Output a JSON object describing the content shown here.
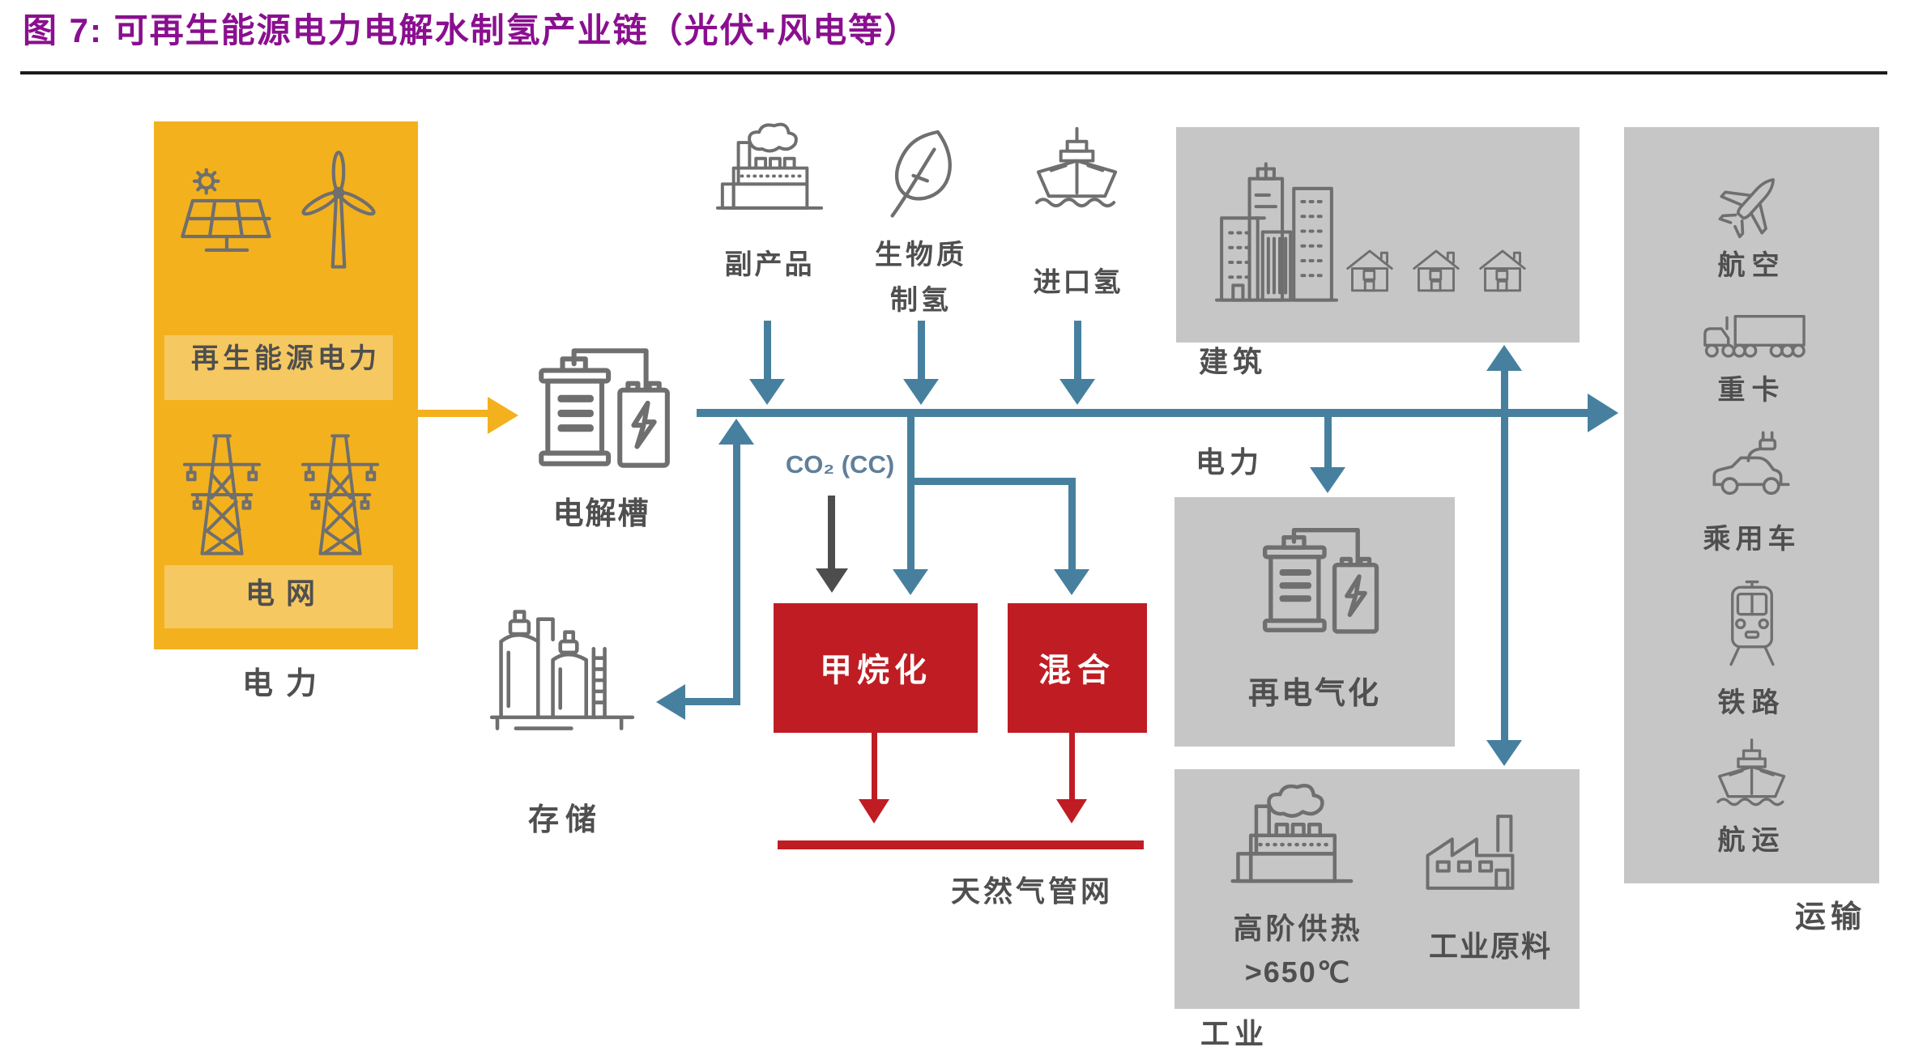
{
  "title": "图 7:  可再生能源电力电解水制氢产业链（光伏+风电等）",
  "colors": {
    "title_purple": "#8a0f8f",
    "power_yellow": "#f3b11d",
    "hydrogen_teal": "#47809f",
    "gas_red": "#bf1d23",
    "box_gray": "#c6c6c6",
    "co2_arrow_gray": "#4d4d4d",
    "co2_label_blue": "#5f7f9a",
    "text_gray": "#4f4f4f"
  },
  "power_source": {
    "renewable_label": "再生能源电力",
    "grid_label": "电网",
    "power_label": "电力"
  },
  "hydrogen_chain": {
    "electrolyzer_label": "电解槽",
    "storage_label": "存储",
    "co2_label": "CO₂ (CC)",
    "methanation_label": "甲烷化",
    "blending_label": "混合",
    "pipeline_label": "天然气管网"
  },
  "other_inputs": {
    "byproduct_label": "副产品",
    "biomass_label_line1": "生物质",
    "biomass_label_line2": "制氢",
    "imported_h2_label": "进口氢"
  },
  "demand": {
    "buildings_label": "建筑",
    "power_label": "电力",
    "reelectrification_label": "再电气化",
    "industry_label": "工业",
    "high_heat_line1": "高阶供热",
    "high_heat_line2": ">650℃",
    "feedstock_label": "工业原料"
  },
  "transport": {
    "panel_label": "运输",
    "aviation_label": "航空",
    "heavy_truck_label": "重卡",
    "passenger_car_label": "乘用车",
    "rail_label": "铁路",
    "shipping_label": "航运"
  }
}
